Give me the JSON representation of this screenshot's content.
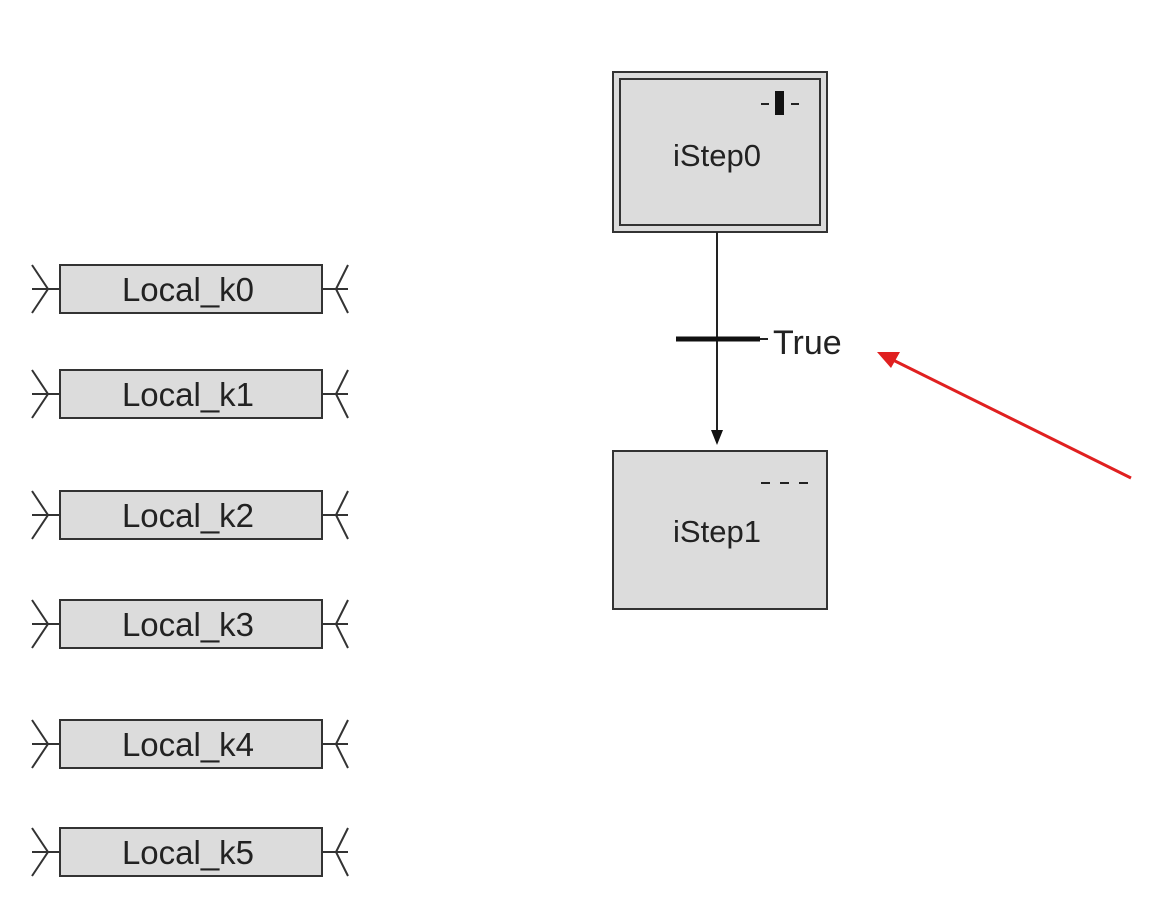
{
  "sfc": {
    "initial_step": {
      "label": "iStep0",
      "marker": "-▌-"
    },
    "transition": {
      "condition": "True"
    },
    "step": {
      "label": "iStep1",
      "marker": "- - -"
    }
  },
  "connectors": [
    {
      "label": "Local_k0"
    },
    {
      "label": "Local_k1"
    },
    {
      "label": "Local_k2"
    },
    {
      "label": "Local_k3"
    },
    {
      "label": "Local_k4"
    },
    {
      "label": "Local_k5"
    }
  ],
  "colors": {
    "block_fill": "#dcdcdc",
    "line": "#333333",
    "annotation_arrow": "#e02020"
  }
}
